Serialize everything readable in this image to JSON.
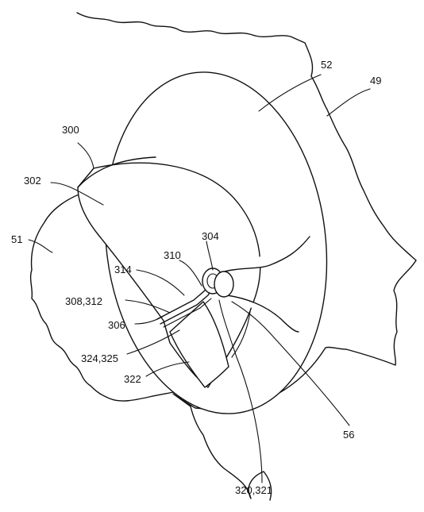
{
  "figure": {
    "labels": {
      "l300": "300",
      "l52": "52",
      "l49": "49",
      "l302": "302",
      "l51": "51",
      "l304": "304",
      "l310": "310",
      "l314": "314",
      "l308_312": "308,312",
      "l306": "306",
      "l324_325": "324,325",
      "l322": "322",
      "l56": "56",
      "l320_321": "320,321"
    }
  }
}
